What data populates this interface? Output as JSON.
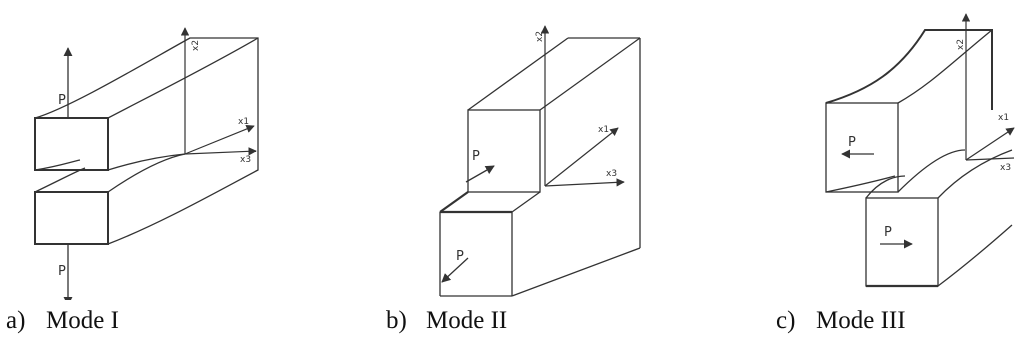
{
  "panels": [
    {
      "letter": "a)",
      "caption": "Mode I",
      "load_labels": [
        "P",
        "P"
      ],
      "axis_labels": [
        "x2",
        "x1",
        "x3"
      ]
    },
    {
      "letter": "b)",
      "caption": "Mode II",
      "load_labels": [
        "P",
        "P"
      ],
      "axis_labels": [
        "x2",
        "x1",
        "x3"
      ]
    },
    {
      "letter": "c)",
      "caption": "Mode III",
      "load_labels": [
        "P",
        "P"
      ],
      "axis_labels": [
        "x2",
        "x1",
        "x3"
      ]
    }
  ],
  "colors": {
    "line": "#333333",
    "thick_edge": "#1a1a1a",
    "text": "#111111"
  }
}
